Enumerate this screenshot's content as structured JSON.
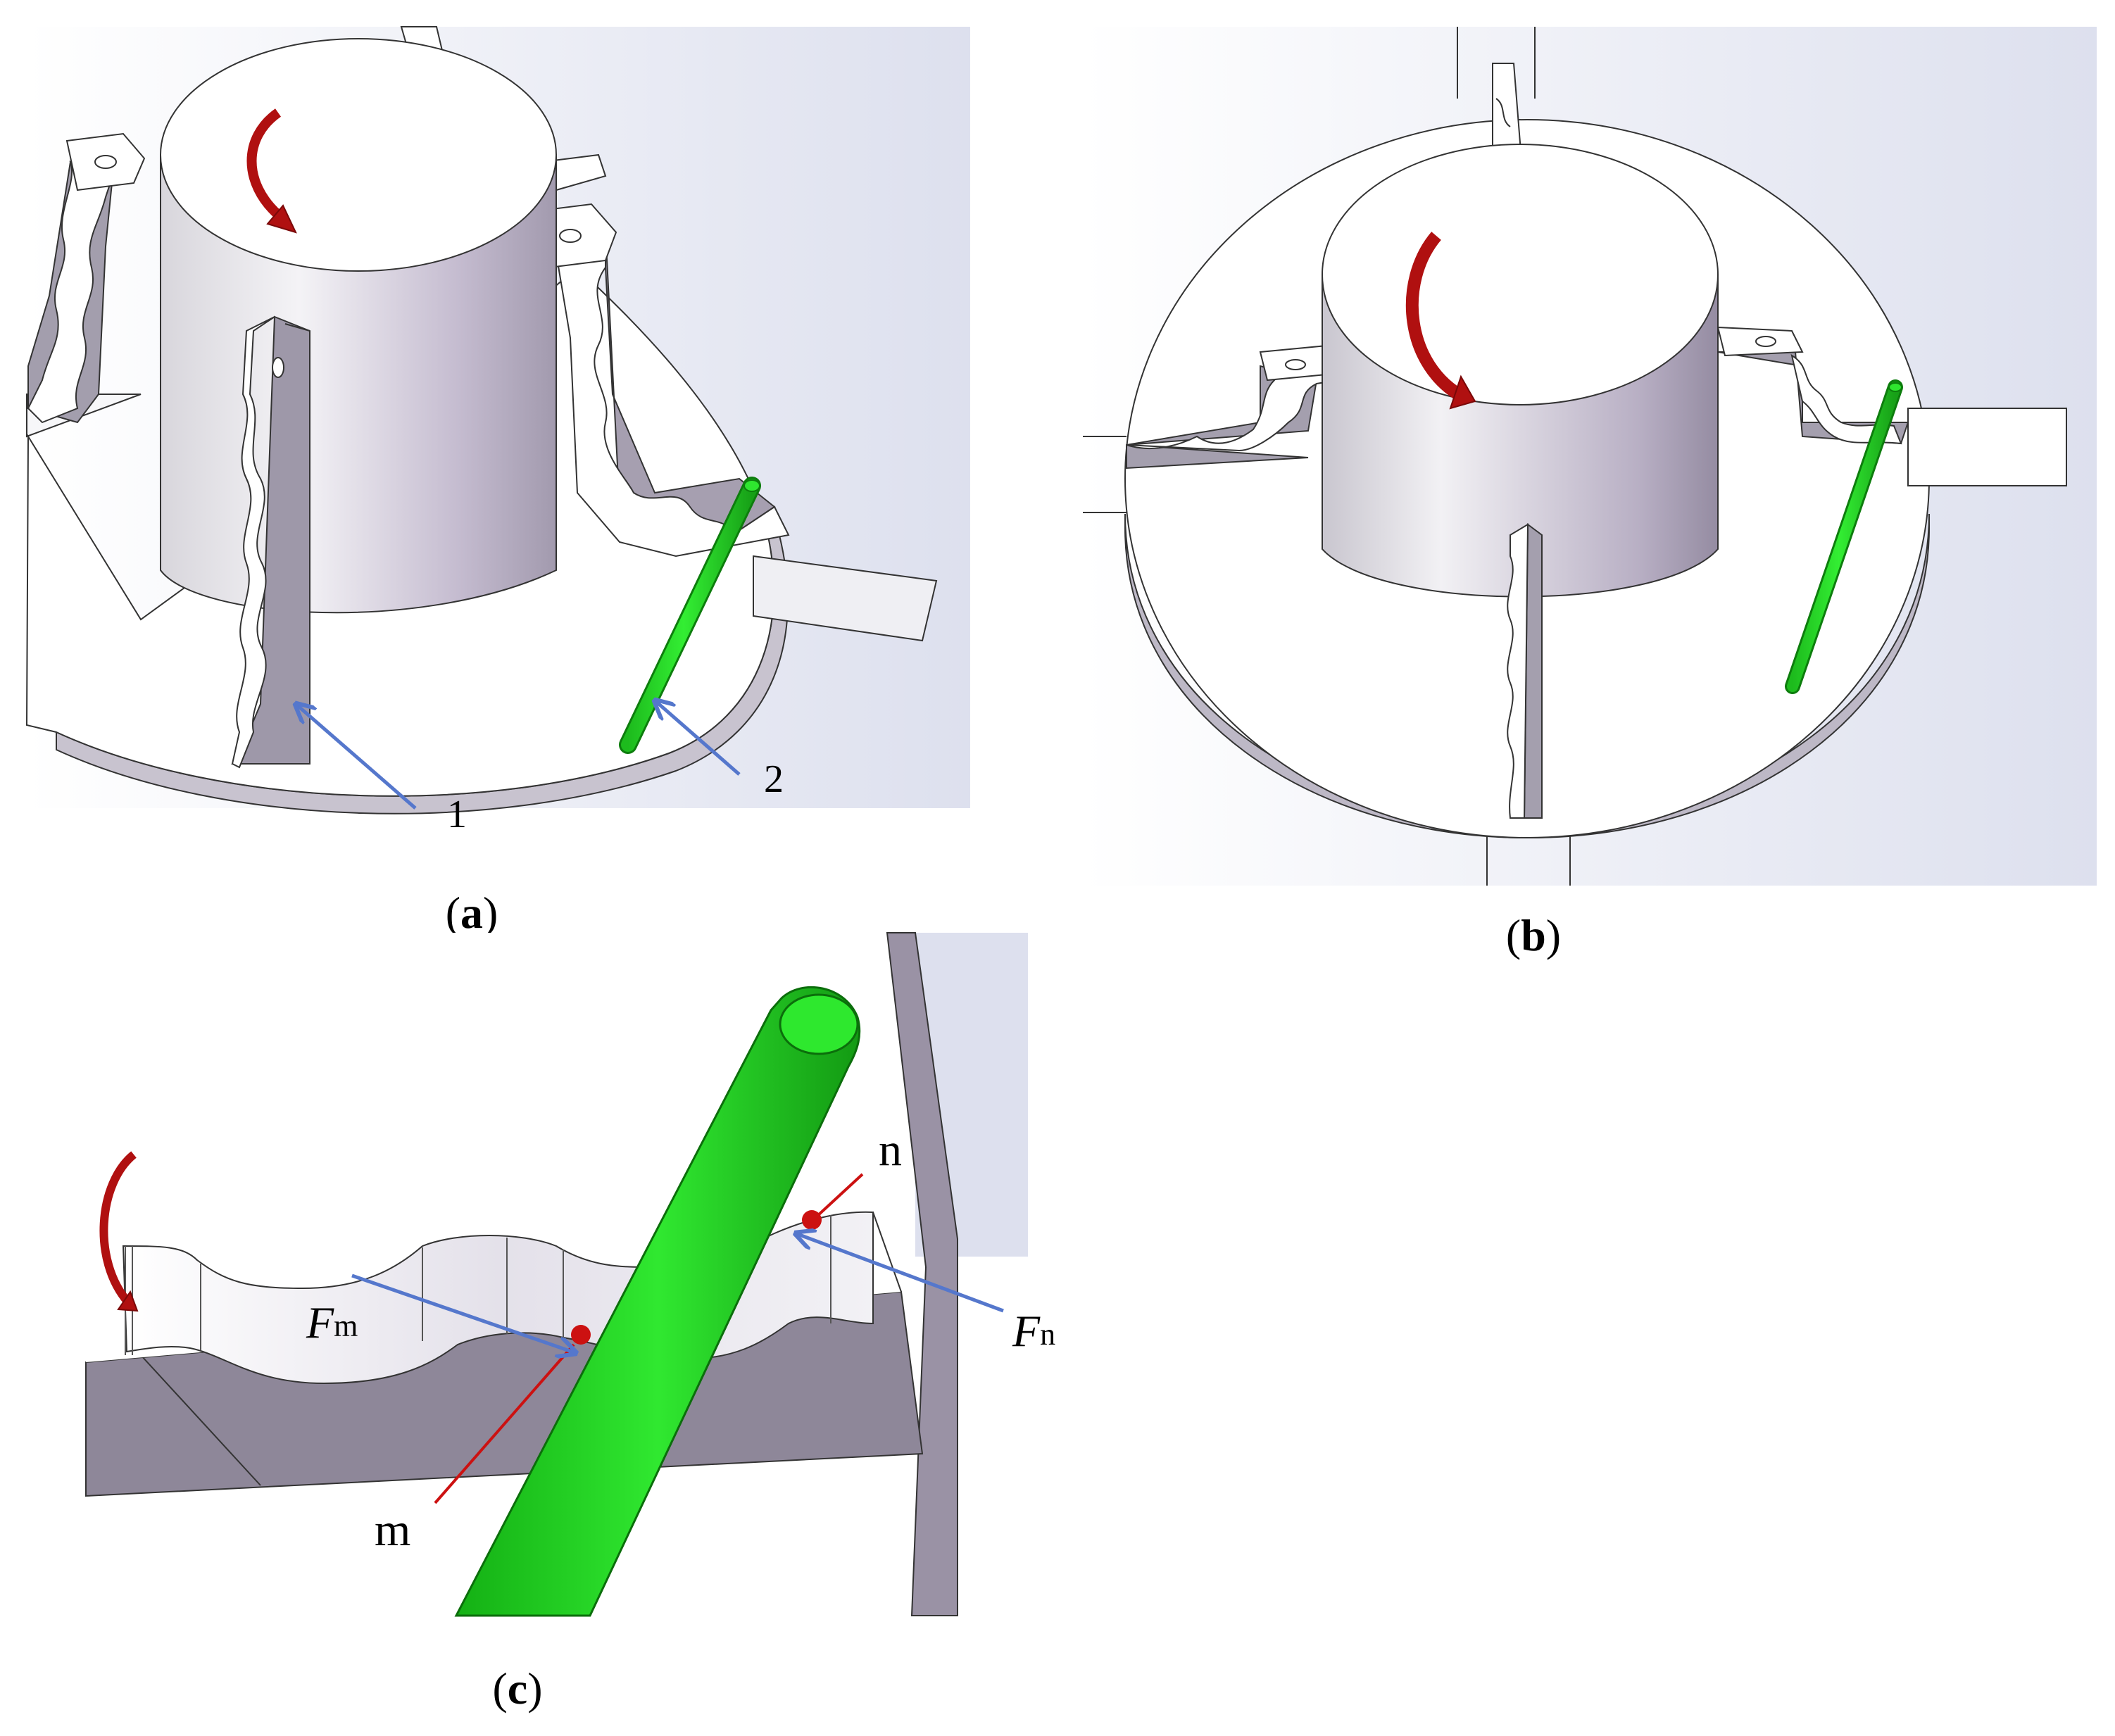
{
  "panels": {
    "a": {
      "caption_open": "(",
      "caption_letter": "a",
      "caption_close": ")",
      "callouts": [
        "1",
        "2"
      ]
    },
    "b": {
      "caption_open": "(",
      "caption_letter": "b",
      "caption_close": ")"
    },
    "c": {
      "caption_open": "(",
      "caption_letter": "c",
      "caption_close": ")",
      "points": [
        "m",
        "n"
      ],
      "forces": [
        {
          "symbol": "F",
          "sub": "m"
        },
        {
          "symbol": "F",
          "sub": "n"
        }
      ]
    }
  },
  "colors": {
    "rod": "#22dd22",
    "rod_dark": "#0f8f0f",
    "force_arrow": "#5577cc",
    "rotation_arrow": "#b01010",
    "contact_point": "#cc1111",
    "steel_light": "#ecebf0",
    "steel_mid": "#b9b4c2",
    "steel_dark": "#8f8899"
  }
}
